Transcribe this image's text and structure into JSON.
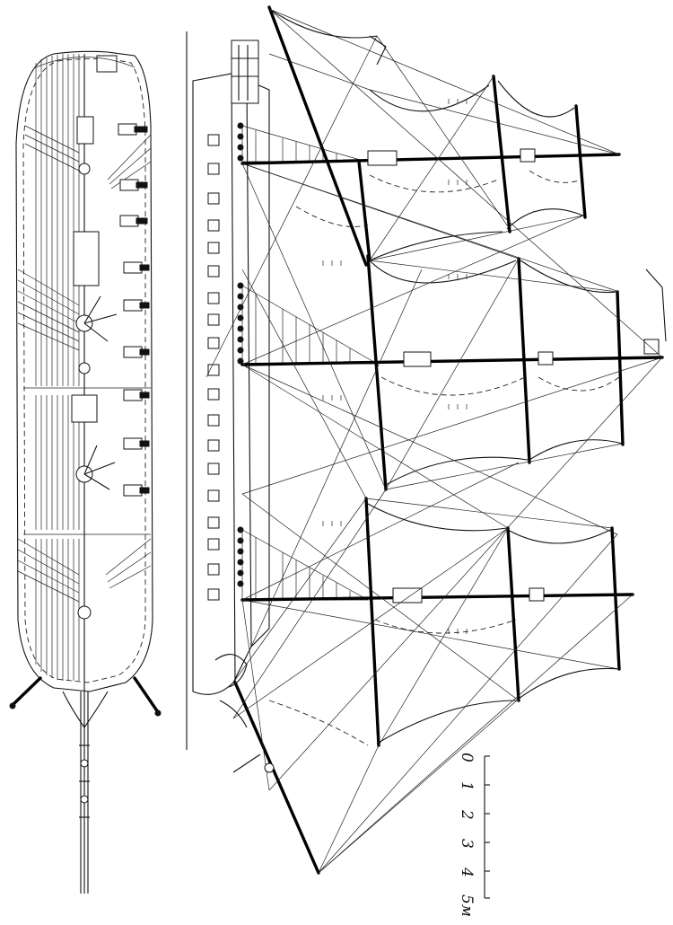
{
  "scale_bar": {
    "labels": [
      "0",
      "1",
      "2",
      "3",
      "4",
      "5м"
    ]
  }
}
